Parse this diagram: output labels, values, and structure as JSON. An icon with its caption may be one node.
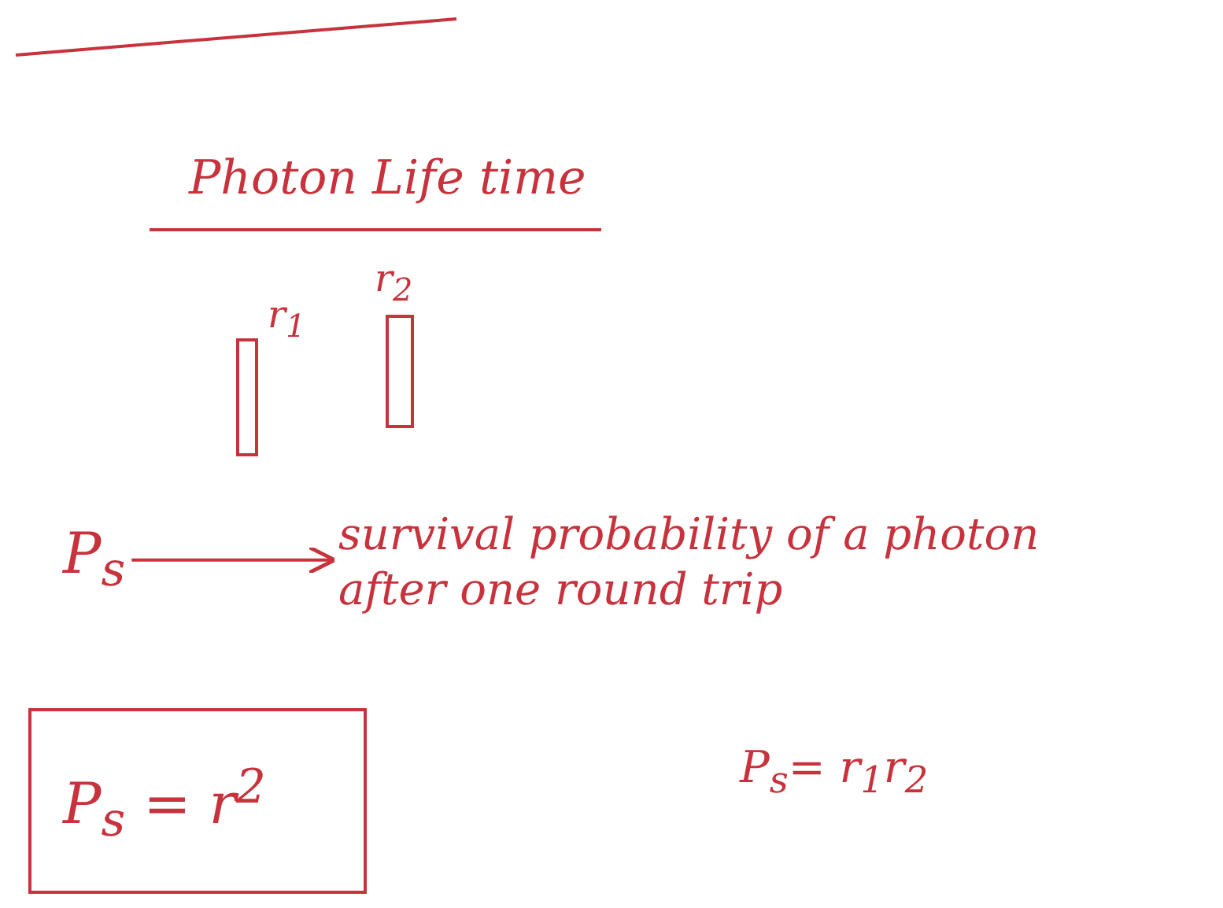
{
  "diagram": {
    "title": "Photon Life time",
    "nodes": [
      {
        "text": [],
        "shape": "bar",
        "beside": [
          "r$_{1}$"
        ]
      },
      {
        "text": [],
        "shape": "bar",
        "beside": [
          "r$_{2}$"
        ]
      },
      {
        "text": [
          "P$_{s}$"
        ]
      },
      {
        "text": [
          "survival probability of a photon after one round trip"
        ]
      },
      {
        "text": [
          "P$_{s}$ = r$^{2}$"
        ]
      }
    ],
    "edges": [
      {
        "from": 2,
        "to": 3,
        "arrow": "to"
      }
    ],
    "labels": [
      "P$_{s}$= r$_{1}$r$_{2}$"
    ]
  }
}
